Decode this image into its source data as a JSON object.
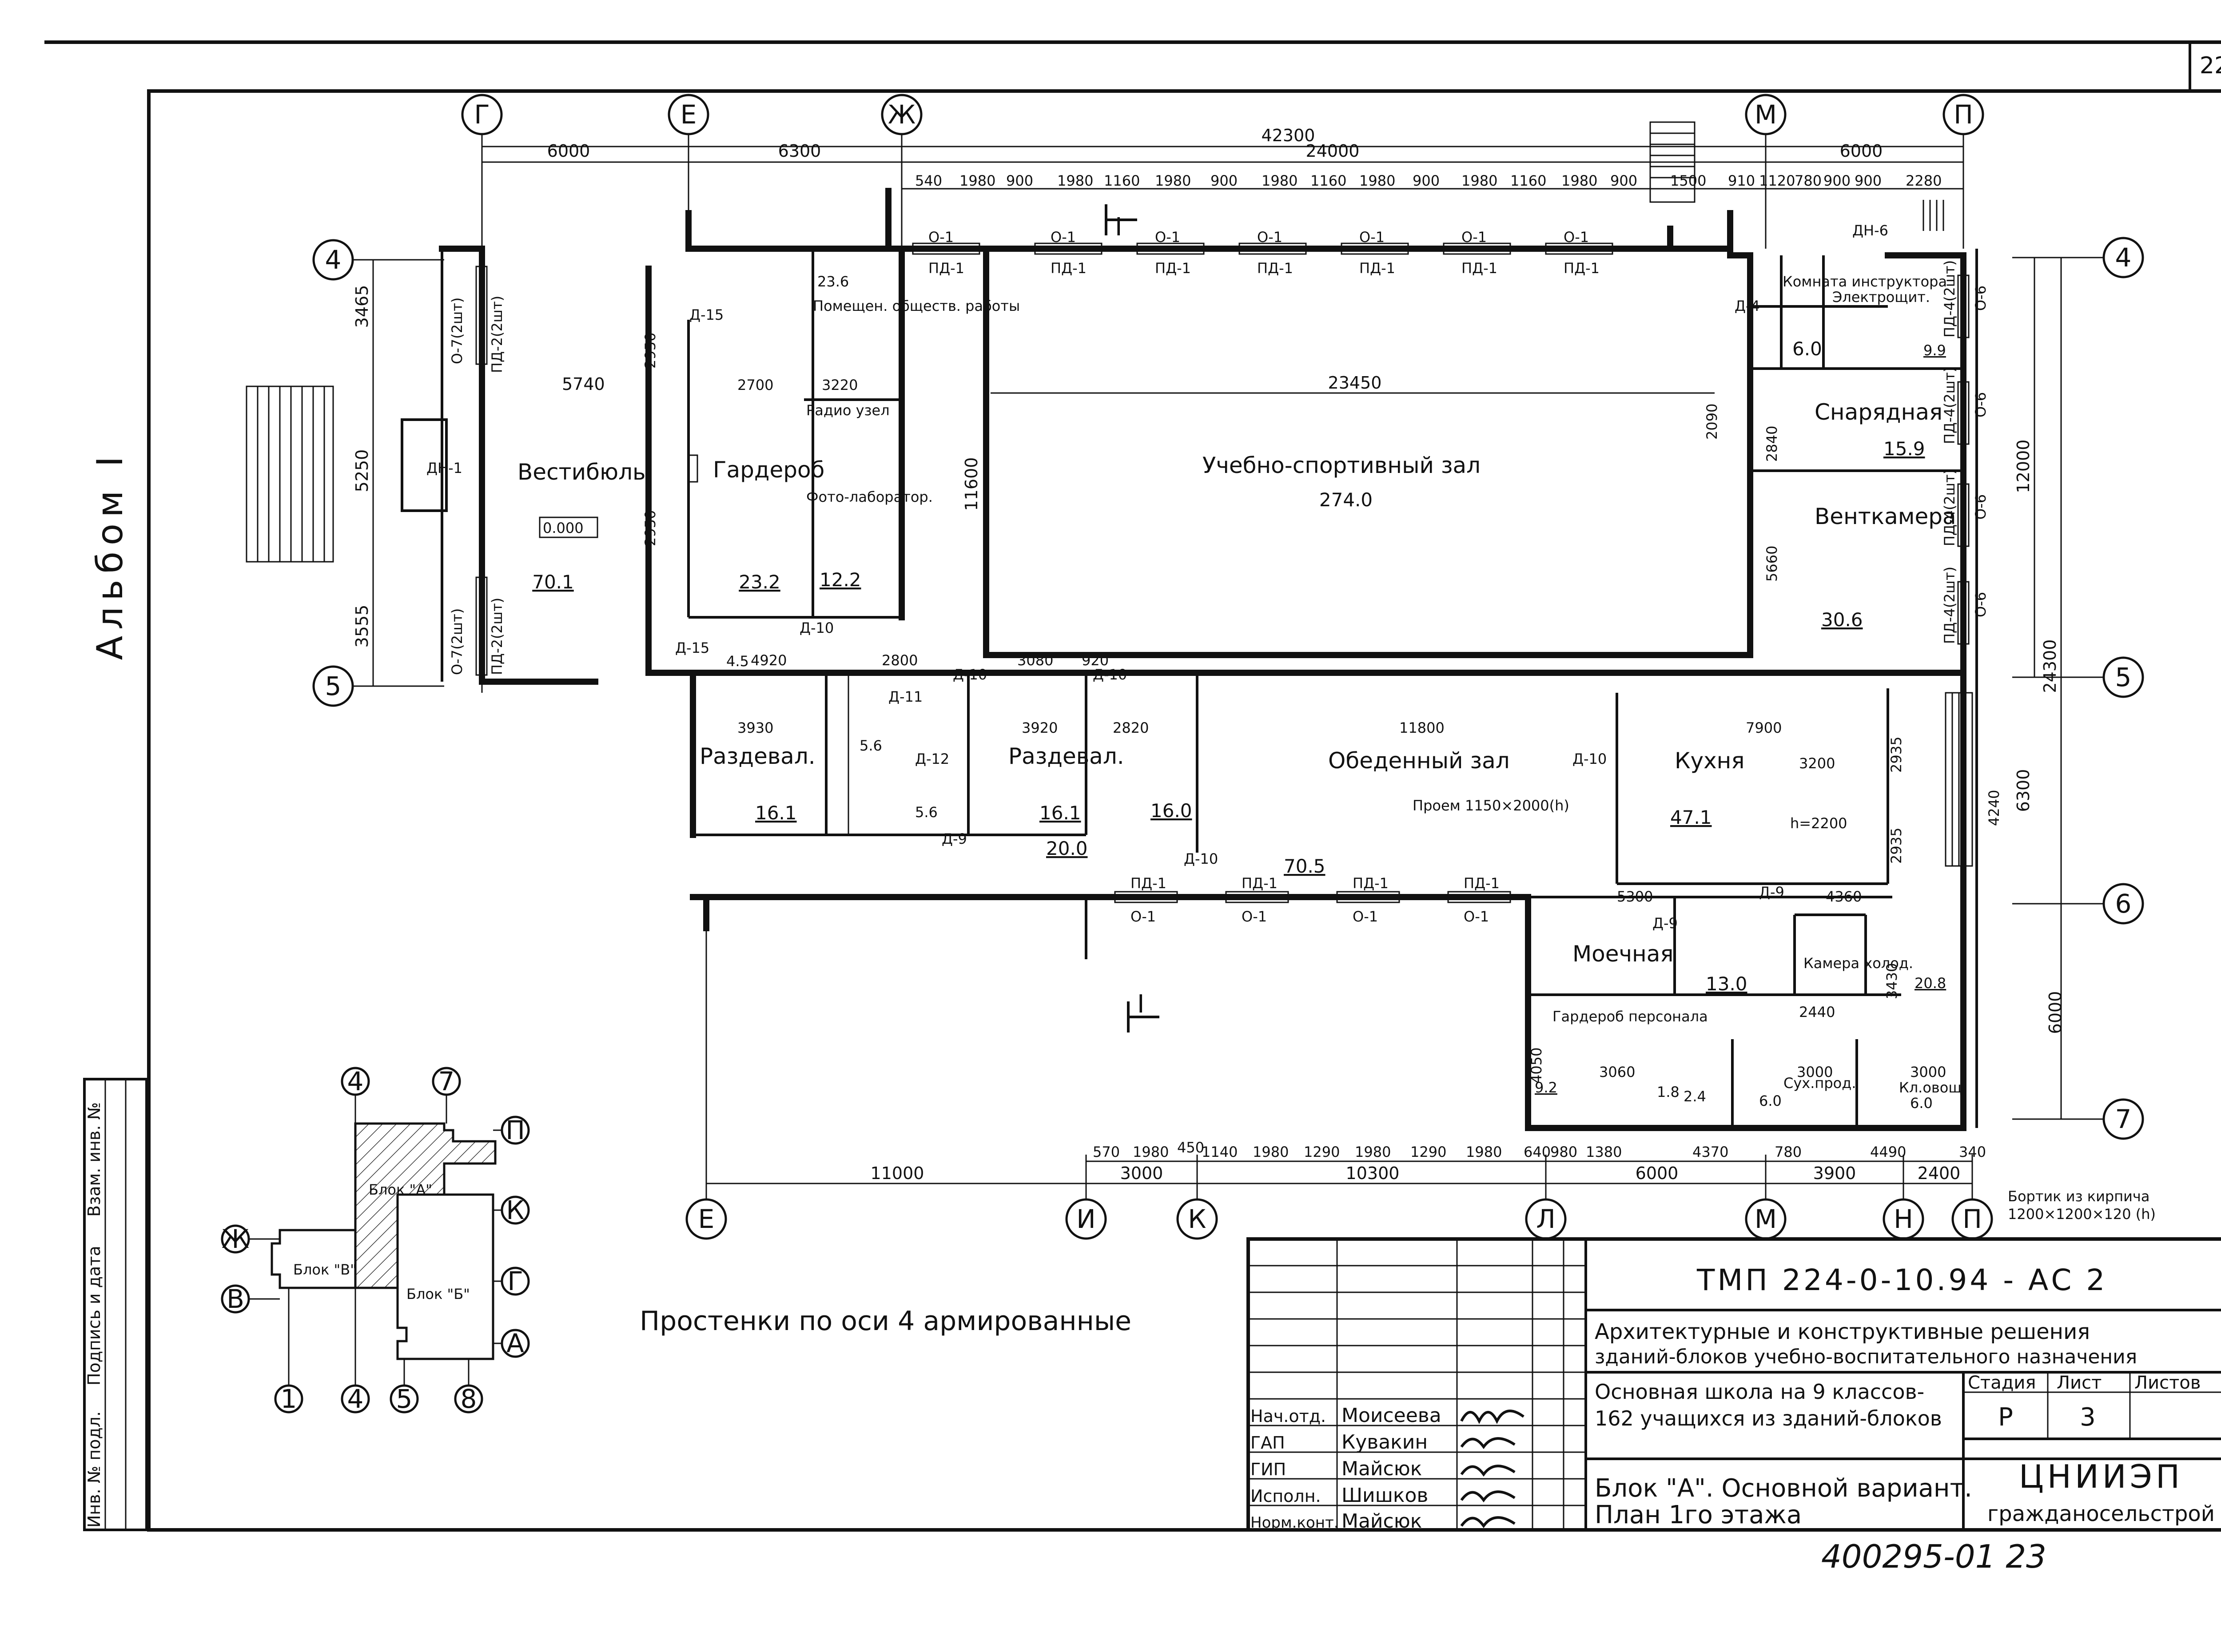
{
  "sheet": {
    "number": "22",
    "album": "Альбом I",
    "code": "ТМП 224-0-10.94 - АС 2",
    "org_line1": "ЦНИИЭП",
    "org_line2": "гражданосельстрой",
    "handwritten_no": "400295-01  23"
  },
  "title_block": {
    "subject_line1": "Архитектурные и конструктивные решения",
    "subject_line2": "зданий-блоков учебно-воспитательного назначения",
    "project_line1": "Основная школа на 9 классов-",
    "project_line2": "162 учащихся из зданий-блоков",
    "sheet_title_line1": "Блок \"А\". Основной вариант.",
    "sheet_title_line2": "План 1го этажа",
    "headers": {
      "stage": "Стадия",
      "sheet": "Лист",
      "sheets": "Листов"
    },
    "values": {
      "stage": "Р",
      "sheet": "3",
      "sheets": ""
    },
    "roles": [
      {
        "role": "Нач.отд.",
        "name": "Моисеева"
      },
      {
        "role": "ГАП",
        "name": "Кувакин"
      },
      {
        "role": "ГИП",
        "name": "Майсюк"
      },
      {
        "role": "Исполн.",
        "name": "Шишков"
      },
      {
        "role": "Норм.конт.",
        "name": "Майсюк"
      }
    ]
  },
  "side_stamp": {
    "col1": "Инв. № подл.",
    "col2": "Подпись и дата",
    "col3": "Взам. инв. №"
  },
  "axes": {
    "top": [
      "Г",
      "Е",
      "Ж",
      "М",
      "П"
    ],
    "bottom": [
      "Е",
      "И",
      "К",
      "Л",
      "М",
      "Н",
      "П"
    ],
    "right": [
      "4",
      "5",
      "6",
      "7"
    ],
    "left": [
      "4",
      "5"
    ]
  },
  "dimensions": {
    "overall_top": "42300",
    "top_segments": [
      "6000",
      "6300",
      "24000",
      "6000"
    ],
    "window_bays": [
      "540",
      "1980",
      "900",
      "1980",
      "1160",
      "1980",
      "900",
      "1980",
      "1160",
      "1980",
      "900",
      "1980",
      "1160",
      "1980",
      "900",
      "1500",
      "910",
      "1120",
      "780",
      "900",
      "900",
      "2280"
    ],
    "bottom_segments": [
      "11000",
      "3000",
      "10300",
      "6000",
      "3900",
      "2400"
    ],
    "bottom_bays": [
      "570",
      "1980",
      "450",
      "1140",
      "1980",
      "1290",
      "1980",
      "1290",
      "1980",
      "640",
      "980",
      "1380",
      "4370",
      "780",
      "4490",
      "340"
    ],
    "right_overall": [
      "24300",
      "12000",
      "6300",
      "6000"
    ],
    "left_segments": [
      "3465",
      "5250",
      "3555"
    ],
    "hall_width": "11600",
    "hall_length": "23450",
    "misc": [
      "5740",
      "2950",
      "2950",
      "2700",
      "3220",
      "4920",
      "2800",
      "3080",
      "920",
      "3930",
      "3920",
      "2820",
      "11800",
      "7900",
      "3200",
      "5300",
      "4360",
      "2440",
      "3060",
      "3000",
      "3000",
      "5660",
      "2840",
      "2090",
      "4050",
      "4240",
      "2935",
      "2935",
      "3430"
    ]
  },
  "rooms": [
    {
      "name": "Вестибюль",
      "area": "70.1"
    },
    {
      "name": "Гардероб",
      "area": "23.2"
    },
    {
      "name": "Помещен. обществ. работы",
      "area": "23.6"
    },
    {
      "name": "Радио узел",
      "area": ""
    },
    {
      "name": "Фото-лаборатор.",
      "area": "12.2"
    },
    {
      "name": "Учебно-спортивный зал",
      "area": "274.0"
    },
    {
      "name": "Комната инструктора",
      "area": "6.0"
    },
    {
      "name": "Электрощит.",
      "area": "9.9"
    },
    {
      "name": "Снарядная",
      "area": "15.9"
    },
    {
      "name": "Венткамера",
      "area": "30.6"
    },
    {
      "name": "Раздевал.",
      "area": "16.1"
    },
    {
      "name": "Раздевал.",
      "area": "16.1"
    },
    {
      "name": "Обеденный зал",
      "area": "70.5"
    },
    {
      "name": "Кухня",
      "area": "47.1"
    },
    {
      "name": "Моечная",
      "area": "13.0"
    },
    {
      "name": "Камера холод.",
      "area": ""
    },
    {
      "name": "Гардероб персонала",
      "area": "9.2"
    },
    {
      "name": "Сух.прод.",
      "area": "6.0"
    },
    {
      "name": "Кл.овощ.",
      "area": "6.0"
    }
  ],
  "misc_areas": [
    "16.0",
    "20.0",
    "20.8",
    "5.6",
    "5.6",
    "2.4",
    "4.5",
    "1.8"
  ],
  "level": "0.000",
  "notes": {
    "opening": "Проем 1150×2000(h)",
    "curb": "Бортик из кирпича",
    "curb_size": "1200×1200×120 (h)",
    "piers": "Простенки по оси 4 армированные",
    "oven": "h=2200"
  },
  "section_mark": "I",
  "elements": {
    "window": "О-1",
    "sill": "ПД-1",
    "door_d10": "Д-10",
    "door_d9": "Д-9",
    "door_d15": "Д-15",
    "door_d11": "Д-11",
    "door_d12": "Д-12",
    "door_dn1": "ДН-1",
    "door_dn6": "ДН-6",
    "door_d4": "Д-4",
    "vest_windows": "О-7(2шт)",
    "vest_sills": "ПД-2(2шт)",
    "hall_windows": "О-6",
    "hall_sills": "ПД-4(2шт)"
  },
  "key_plan": {
    "block_a": "Блок \"А\"",
    "block_b": "Блок \"Б\"",
    "block_v": "Блок \"В\"",
    "right_axes": [
      "П",
      "К",
      "Г",
      "А"
    ],
    "left_axes": [
      "Ж",
      "В"
    ],
    "bottom_axes": [
      "1",
      "4",
      "5",
      "8"
    ],
    "top_axes": [
      "4",
      "7"
    ]
  }
}
